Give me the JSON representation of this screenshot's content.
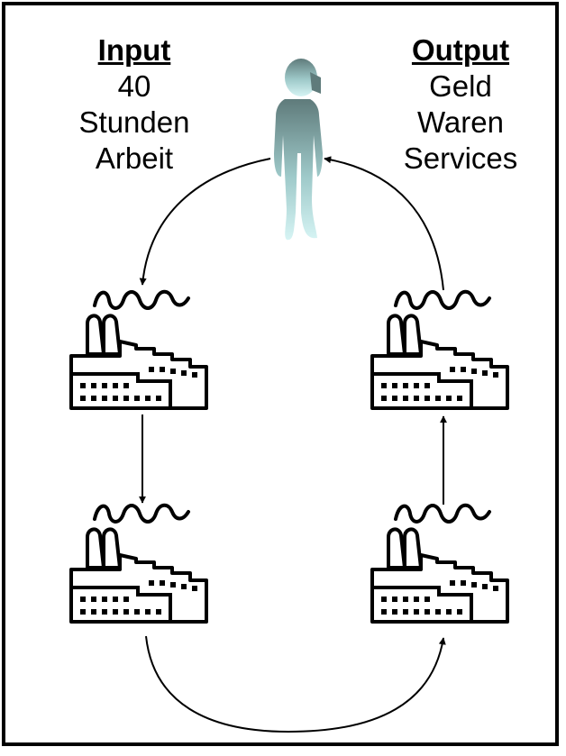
{
  "input": {
    "heading": "Input",
    "lines": [
      "40",
      "Stunden",
      "Arbeit"
    ]
  },
  "output": {
    "heading": "Output",
    "lines": [
      "Geld",
      "Waren",
      "Services"
    ]
  },
  "icons": {
    "person": "person-icon",
    "factory": "factory-icon"
  },
  "colors": {
    "border": "#000000",
    "person_top": "#5f7b7b",
    "person_bottom": "#d6f4f4"
  }
}
